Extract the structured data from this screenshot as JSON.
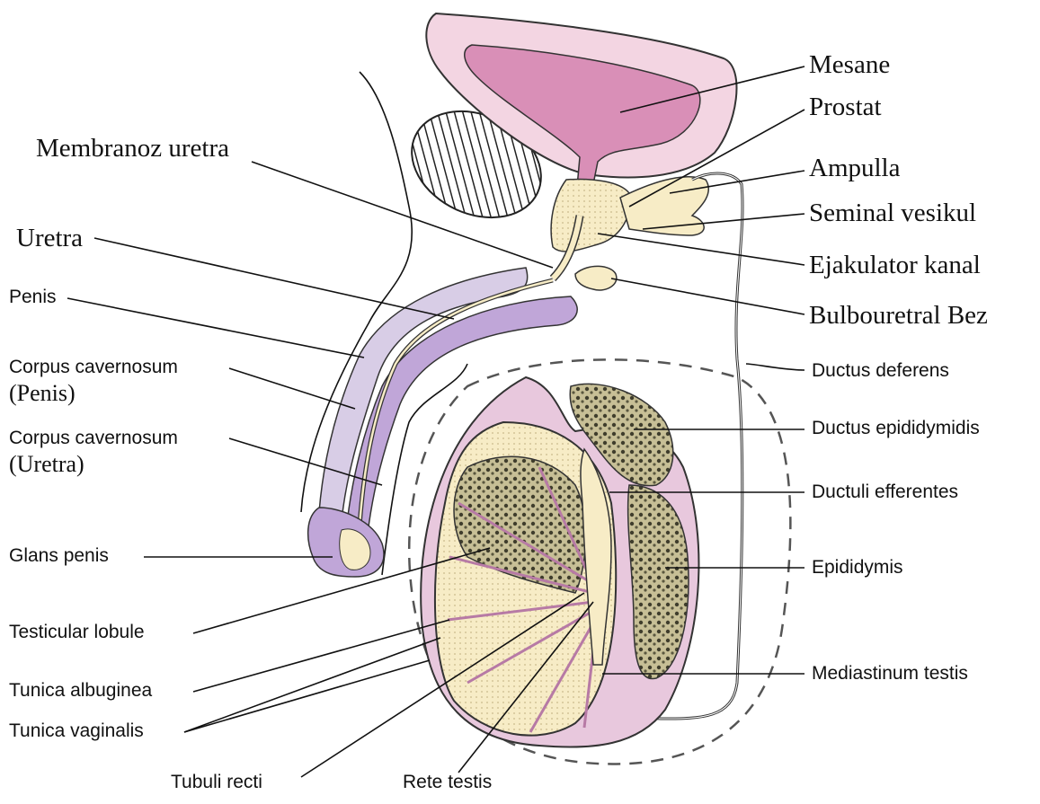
{
  "labels": {
    "mesane": "Mesane",
    "prostat": "Prostat",
    "membranoz_uretra": "Membranoz uretra",
    "ampulla": "Ampulla",
    "seminal_vesikul": "Seminal vesikul",
    "uretra": "Uretra",
    "ejakulator_kanal": "Ejakulator kanal",
    "penis": "Penis",
    "bulbouretral_bez": "Bulbouretral Bez",
    "corpus_cavernosum_penis_line1": "Corpus cavernosum",
    "corpus_cavernosum_penis_line2": "(Penis)",
    "ductus_deferens": "Ductus deferens",
    "ductus_epididymidis": "Ductus epididymidis",
    "corpus_cavernosum_uretra_line1": "Corpus cavernosum",
    "corpus_cavernosum_uretra_line2": "(Uretra)",
    "ductuli_efferentes": "Ductuli efferentes",
    "glans_penis": "Glans penis",
    "epididymis": "Epididymis",
    "testicular_lobule": "Testicular lobule",
    "tunica_albuginea": "Tunica albuginea",
    "mediastinum_testis": "Mediastinum testis",
    "tunica_vaginalis": "Tunica vaginalis",
    "tubuli_recti": "Tubuli recti",
    "rete_testis": "Rete testis"
  },
  "colors": {
    "bladder_outer": "#f3d5e2",
    "bladder_inner": "#d98fb7",
    "gland": "#f7ecc6",
    "erectile": "#c0a6d8",
    "spongy": "#d8cde6",
    "lobule_dark": "#8c8a6c",
    "lobule_light": "#f7ecc6",
    "capsule": "#e8c8dd"
  }
}
